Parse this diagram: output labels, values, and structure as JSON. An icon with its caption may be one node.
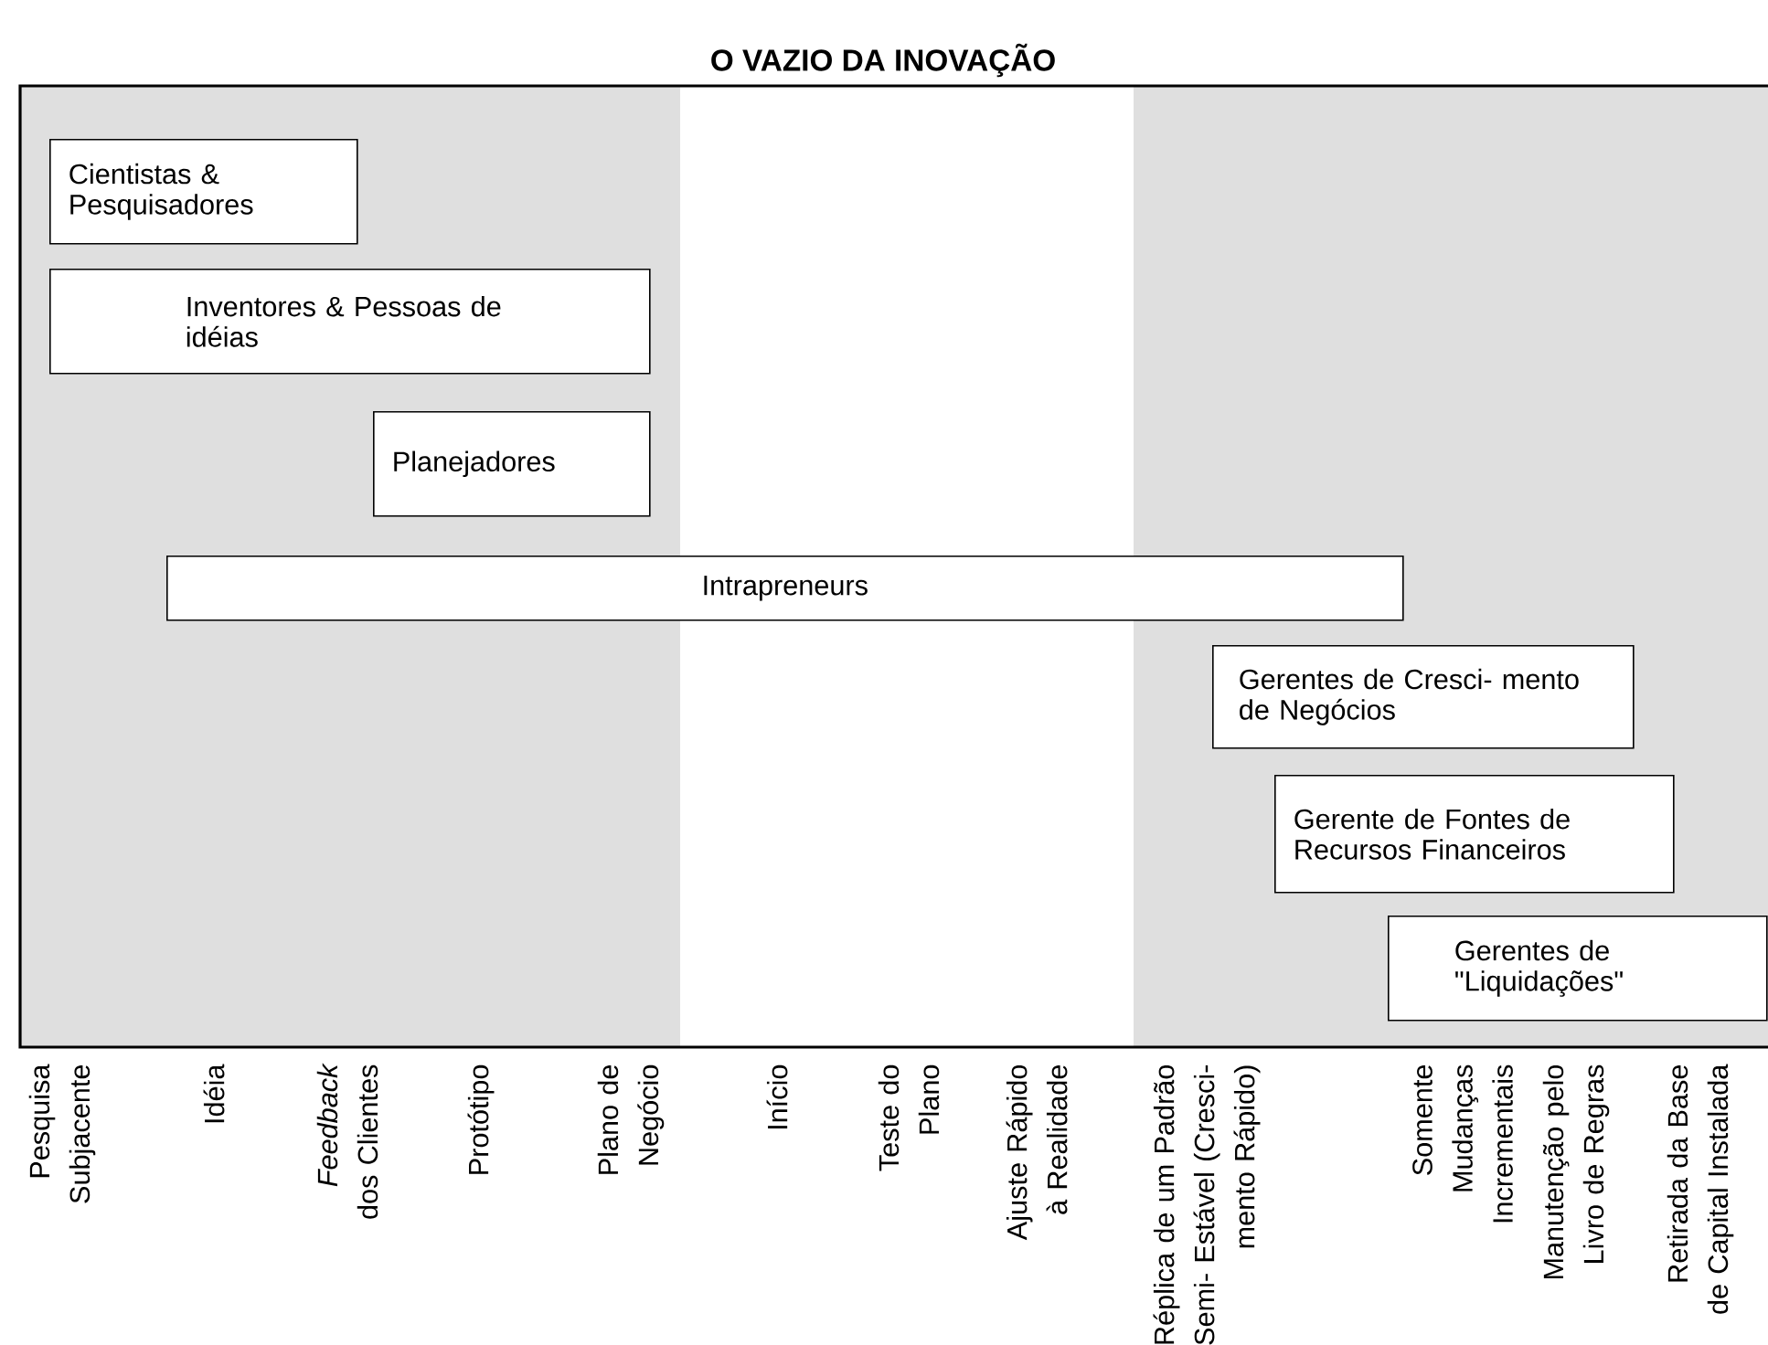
{
  "diagram": {
    "title": "O VAZIO DA INOVAÇÃO",
    "nodes": [
      {
        "text": [
          "Cientistas & Pesquisadores"
        ]
      },
      {
        "text": [
          "Inventores & Pessoas de idéias"
        ]
      },
      {
        "text": [
          "Planejadores"
        ]
      },
      {
        "text": [
          "Intrapreneurs"
        ]
      },
      {
        "text": [
          "Gerentes de Cresci- mento de Negócios"
        ]
      },
      {
        "text": [
          "Gerente de Fontes de Recursos Financeiros"
        ]
      },
      {
        "text": [
          "Gerentes de \"Liquidações\""
        ]
      }
    ],
    "labels": [
      "Pesquisa Subjacente",
      "Idéia",
      "*Feedback* dos Clientes",
      "Protótipo",
      "Plano de Negócio",
      "Início",
      "Teste do Plano",
      "Ajuste Rápido à Realidade",
      "Réplica de um Padrão Semi- Estável (Cresci- mento Rápido)",
      "Somente Mudanças Incrementais",
      "Manutenção pelo Livro de Regras",
      "Retirada da Base de Capital Instalada"
    ]
  }
}
